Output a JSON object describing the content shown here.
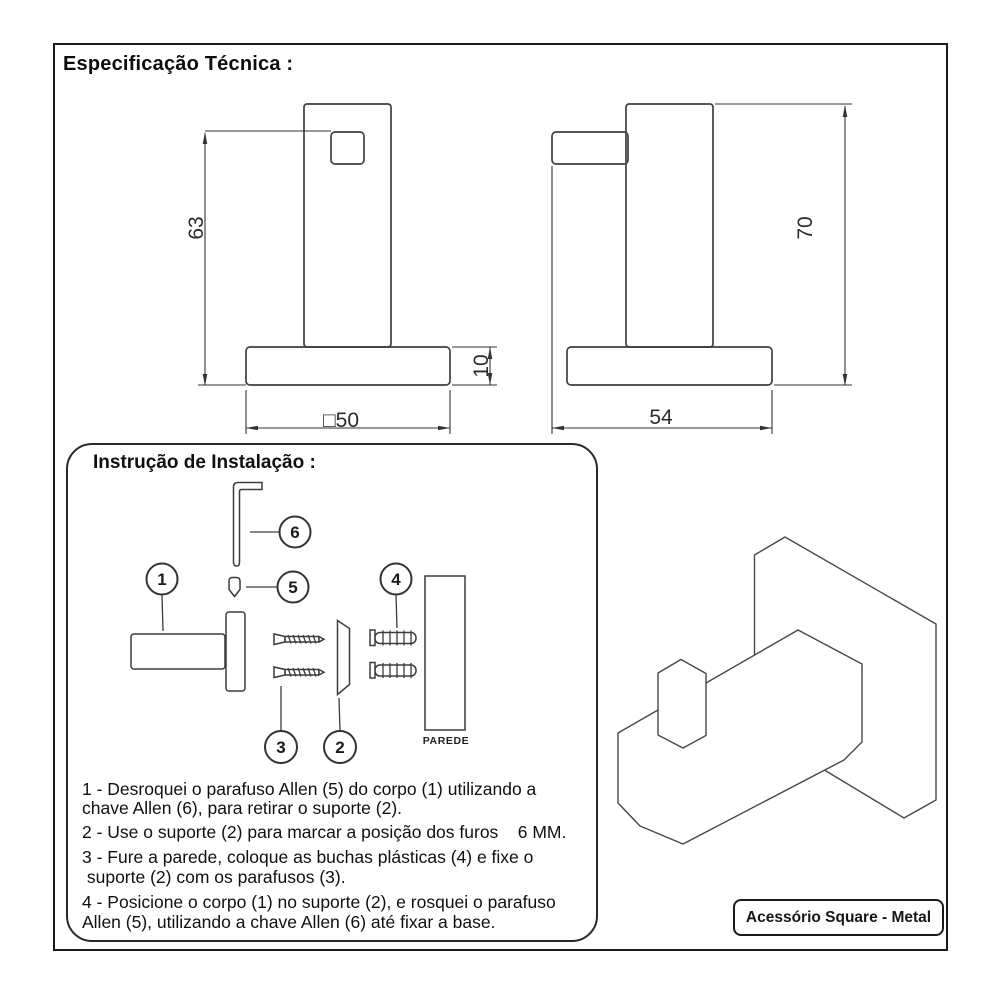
{
  "page": {
    "title": "Especificação Técnica :",
    "product_label": "Acessório Square - Metal"
  },
  "dimensions": {
    "front_height": "63",
    "base_thickness": "10",
    "front_width": "□50",
    "side_depth": "54",
    "side_height": "70"
  },
  "installation": {
    "title": "Instrução de Instalação :",
    "wall_label": "PAREDE",
    "parts": [
      "1",
      "2",
      "3",
      "4",
      "5",
      "6"
    ],
    "lines": [
      "1 - Desroquei o parafuso Allen (5) do corpo (1) utilizando a",
      "chave Allen (6), para retirar o suporte (2).",
      "2 - Use o suporte (2) para marcar a posição dos furos    6 MM.",
      "3 - Fure a parede, coloque as buchas plásticas (4) e fixe o",
      " suporte (2) com os parafusos (3).",
      "4 - Posicione o corpo (1) no suporte (2), e rosquei o parafuso",
      "Allen (5), utilizando a chave Allen (6) até fixar a base."
    ]
  },
  "colors": {
    "line": "#3f3f3f",
    "frame": "#1c1c1c",
    "text": "#101010"
  }
}
